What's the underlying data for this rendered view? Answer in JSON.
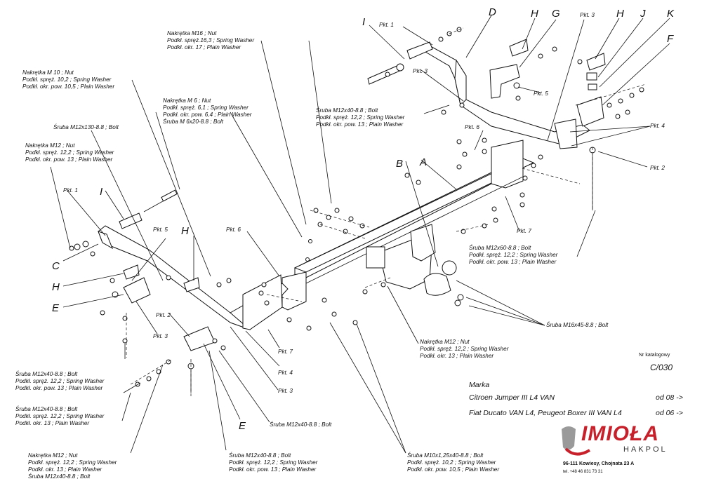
{
  "part_letters": {
    "A": "A",
    "B": "B",
    "C": "C",
    "D": "D",
    "E": "E",
    "F": "F",
    "G": "G",
    "H": "H",
    "I": "I",
    "J": "J",
    "K": "K"
  },
  "callouts": {
    "nut_m16": [
      "Nakrętka M16 ; Nut",
      "Podkł. spręż.16,3 ; Spring Washer",
      "Podkł. okr. 17 ; Plain Washer"
    ],
    "nut_m10": [
      "Nakrętka M 10 ; Nut",
      "Podkł. spręż. 10,2 ; Spring Washer",
      "Podkł. okr. pow. 10,5 ; Plain Washer"
    ],
    "nut_m6": [
      "Nakrętka M 6 ; Nut",
      "Podkł. spręż. 6,1 ; Spring Washer",
      "Podkł. okr. pow. 6,4 ; Plain Washer",
      "Śruba M 6x20-8.8 ; Bolt"
    ],
    "bolt_m12x130": [
      "Śruba M12x130-8.8 ; Bolt"
    ],
    "nut_m12_left": [
      "Nakrętka M12 ; Nut",
      "Podkł. spręż. 12,2 ; Spring Washer",
      "Podkł. okr. pow. 13 ; Plain Washer"
    ],
    "bolt_m12x40_top": [
      "Śruba M12x40-8.8 ; Bolt",
      "Podkł. spręż. 12,2 ; Spring Washer",
      "Podkł. okr. pow. 13 ; Plain Washer"
    ],
    "bolt_m12x60": [
      "Śruba M12x60-8.8 ; Bolt",
      "Podkł. spręż. 12,2 ; Spring Washer",
      "Podkł. okr. pow. 13 ; Plain Washer"
    ],
    "bolt_m16x45": [
      "Śruba M16x45-8.8 ; Bolt"
    ],
    "nut_m12_mid": [
      "Nakrętka M12 ; Nut",
      "Podkł. spręż. 12,2 ; Spring Washer",
      "Podkł. okr. 13 ; Plain Washer"
    ],
    "bolt_m12x40_l1": [
      "Śruba M12x40-8.8 ; Bolt",
      "Podkł. spręż. 12,2 ; Spring Washer",
      "Podkł. okr. pow. 13 ; Plain Washer"
    ],
    "bolt_m12x40_l2": [
      "Śruba M12x40-8.8 ; Bolt",
      "Podkł. spręż. 12,2 ; Spring Washer",
      "Podkł. okr. 13 ; Plain Washer"
    ],
    "bolt_m12x40_short": [
      "Śruba M12x40-8.8 ; Bolt"
    ],
    "nut_m12_bottom": [
      "Nakrętka M12 ; Nut",
      "Podkł. spręż. 12,2 ; Spring Washer",
      "Podkł. okr. 13 ; Plain Washer",
      "Śruba M12x40-8.8 ; Bolt"
    ],
    "bolt_m12x40_bottom": [
      "Śruba M12x40-8.8 ; Bolt",
      "Podkł. spręż. 12,2 ; Spring Washer",
      "Podkł. okr. pow. 13 ; Plain Washer"
    ],
    "bolt_m10x125": [
      "Śruba M10x1,25x40-8.8 ; Bolt",
      "Podkł. spręż. 10,2 ; Spring Washer",
      "Podkł. okr. pow. 10,5 ; Plain Washer"
    ]
  },
  "pkt": {
    "p1": "Pkt. 1",
    "p2": "Pkt. 2",
    "p3": "Pkt. 3",
    "p4": "Pkt. 4",
    "p5": "Pkt. 5",
    "p6": "Pkt. 6",
    "p7": "Pkt. 7"
  },
  "catalog": {
    "label": "Nr katalogowy",
    "number": "C/030"
  },
  "marka": {
    "label": "Marka",
    "rows": [
      {
        "model": "Citroen Jumper III  L4 VAN",
        "from": "od 08 ->"
      },
      {
        "model": "Fiat Ducato VAN L4, Peugeot Boxer III VAN L4",
        "from": "od 06 ->"
      }
    ]
  },
  "brand": {
    "name": "IMIOŁA",
    "sub": "HAKPOL",
    "address": "96-111 Kowiesy, Chojnata 23 A",
    "phone": "tel. +48 46 831 73 31"
  },
  "colors": {
    "logo_red": "#c8202a",
    "line": "#111111"
  }
}
